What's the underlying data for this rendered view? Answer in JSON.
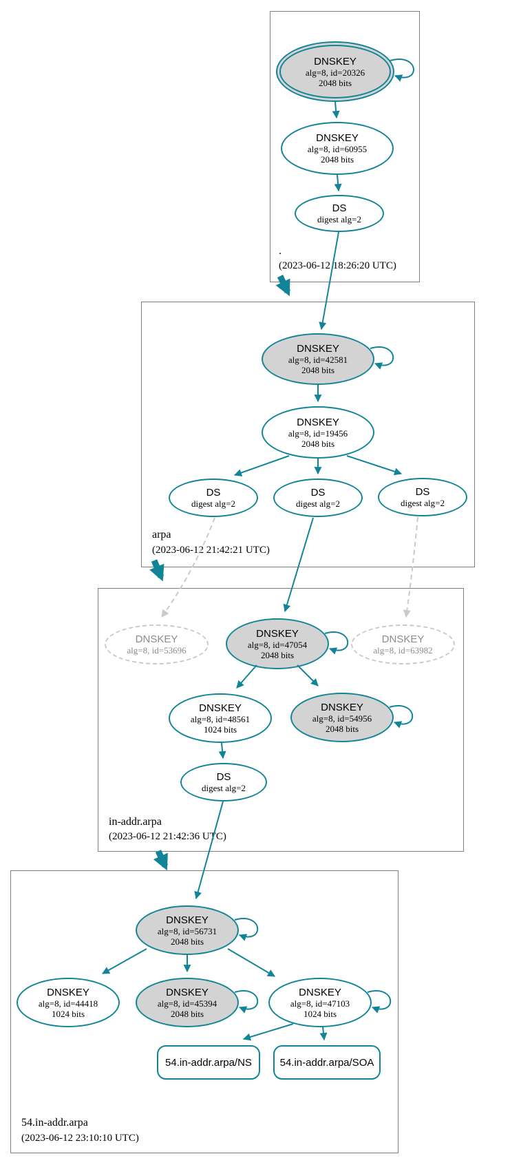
{
  "diagram_type": "dnssec-authentication-chain",
  "colors": {
    "secure_teal": "#118597",
    "node_fill_gray": "#d3d3d3",
    "dashed_gray": "#c9c9c9",
    "dashed_text_gray": "#8c8c8c",
    "zone_box_border": "#7e7e7e",
    "background": "#ffffff"
  },
  "zones": [
    {
      "name": ".",
      "timestamp": "(2023-06-12 18:26:20 UTC)",
      "nodes": {
        "ksk": {
          "title": "DNSKEY",
          "line1": "alg=8, id=20326",
          "line2": "2048 bits"
        },
        "zsk": {
          "title": "DNSKEY",
          "line1": "alg=8, id=60955",
          "line2": "2048 bits"
        },
        "ds": {
          "title": "DS",
          "line1": "digest alg=2"
        }
      }
    },
    {
      "name": "arpa",
      "timestamp": "(2023-06-12 21:42:21 UTC)",
      "nodes": {
        "ksk": {
          "title": "DNSKEY",
          "line1": "alg=8, id=42581",
          "line2": "2048 bits"
        },
        "zsk": {
          "title": "DNSKEY",
          "line1": "alg=8, id=19456",
          "line2": "2048 bits"
        },
        "ds1": {
          "title": "DS",
          "line1": "digest alg=2"
        },
        "ds2": {
          "title": "DS",
          "line1": "digest alg=2"
        },
        "ds3": {
          "title": "DS",
          "line1": "digest alg=2"
        }
      }
    },
    {
      "name": "in-addr.arpa",
      "timestamp": "(2023-06-12 21:42:36 UTC)",
      "nodes": {
        "missing_left": {
          "title": "DNSKEY",
          "line1": "alg=8, id=53696"
        },
        "ksk": {
          "title": "DNSKEY",
          "line1": "alg=8, id=47054",
          "line2": "2048 bits"
        },
        "missing_right": {
          "title": "DNSKEY",
          "line1": "alg=8, id=63982"
        },
        "zsk": {
          "title": "DNSKEY",
          "line1": "alg=8, id=48561",
          "line2": "1024 bits"
        },
        "key54956": {
          "title": "DNSKEY",
          "line1": "alg=8, id=54956",
          "line2": "2048 bits"
        },
        "ds": {
          "title": "DS",
          "line1": "digest alg=2"
        }
      }
    },
    {
      "name": "54.in-addr.arpa",
      "timestamp": "(2023-06-12 23:10:10 UTC)",
      "nodes": {
        "ksk": {
          "title": "DNSKEY",
          "line1": "alg=8, id=56731",
          "line2": "2048 bits"
        },
        "key44418": {
          "title": "DNSKEY",
          "line1": "alg=8, id=44418",
          "line2": "1024 bits"
        },
        "key45394": {
          "title": "DNSKEY",
          "line1": "alg=8, id=45394",
          "line2": "2048 bits"
        },
        "key47103": {
          "title": "DNSKEY",
          "line1": "alg=8, id=47103",
          "line2": "1024 bits"
        },
        "rrset_ns": {
          "label": "54.in-addr.arpa/NS"
        },
        "rrset_soa": {
          "label": "54.in-addr.arpa/SOA"
        }
      }
    }
  ]
}
